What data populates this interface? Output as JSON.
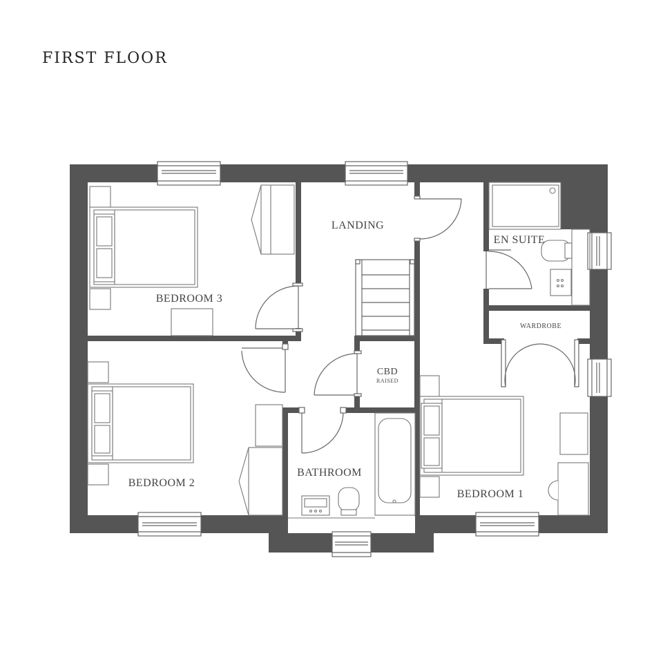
{
  "title": "FIRST FLOOR",
  "rooms": {
    "landing": "LANDING",
    "en_suite": "EN SUITE",
    "bedroom_3": "BEDROOM 3",
    "wardrobe": "WARDROBE",
    "cbd": "CBD",
    "cbd_note": "RAISED",
    "bedroom_2": "BEDROOM 2",
    "bathroom": "BATHROOM",
    "bedroom_1": "BEDROOM 1"
  },
  "colors": {
    "wall": "#555555",
    "line": "#666666",
    "background": "#ffffff"
  }
}
